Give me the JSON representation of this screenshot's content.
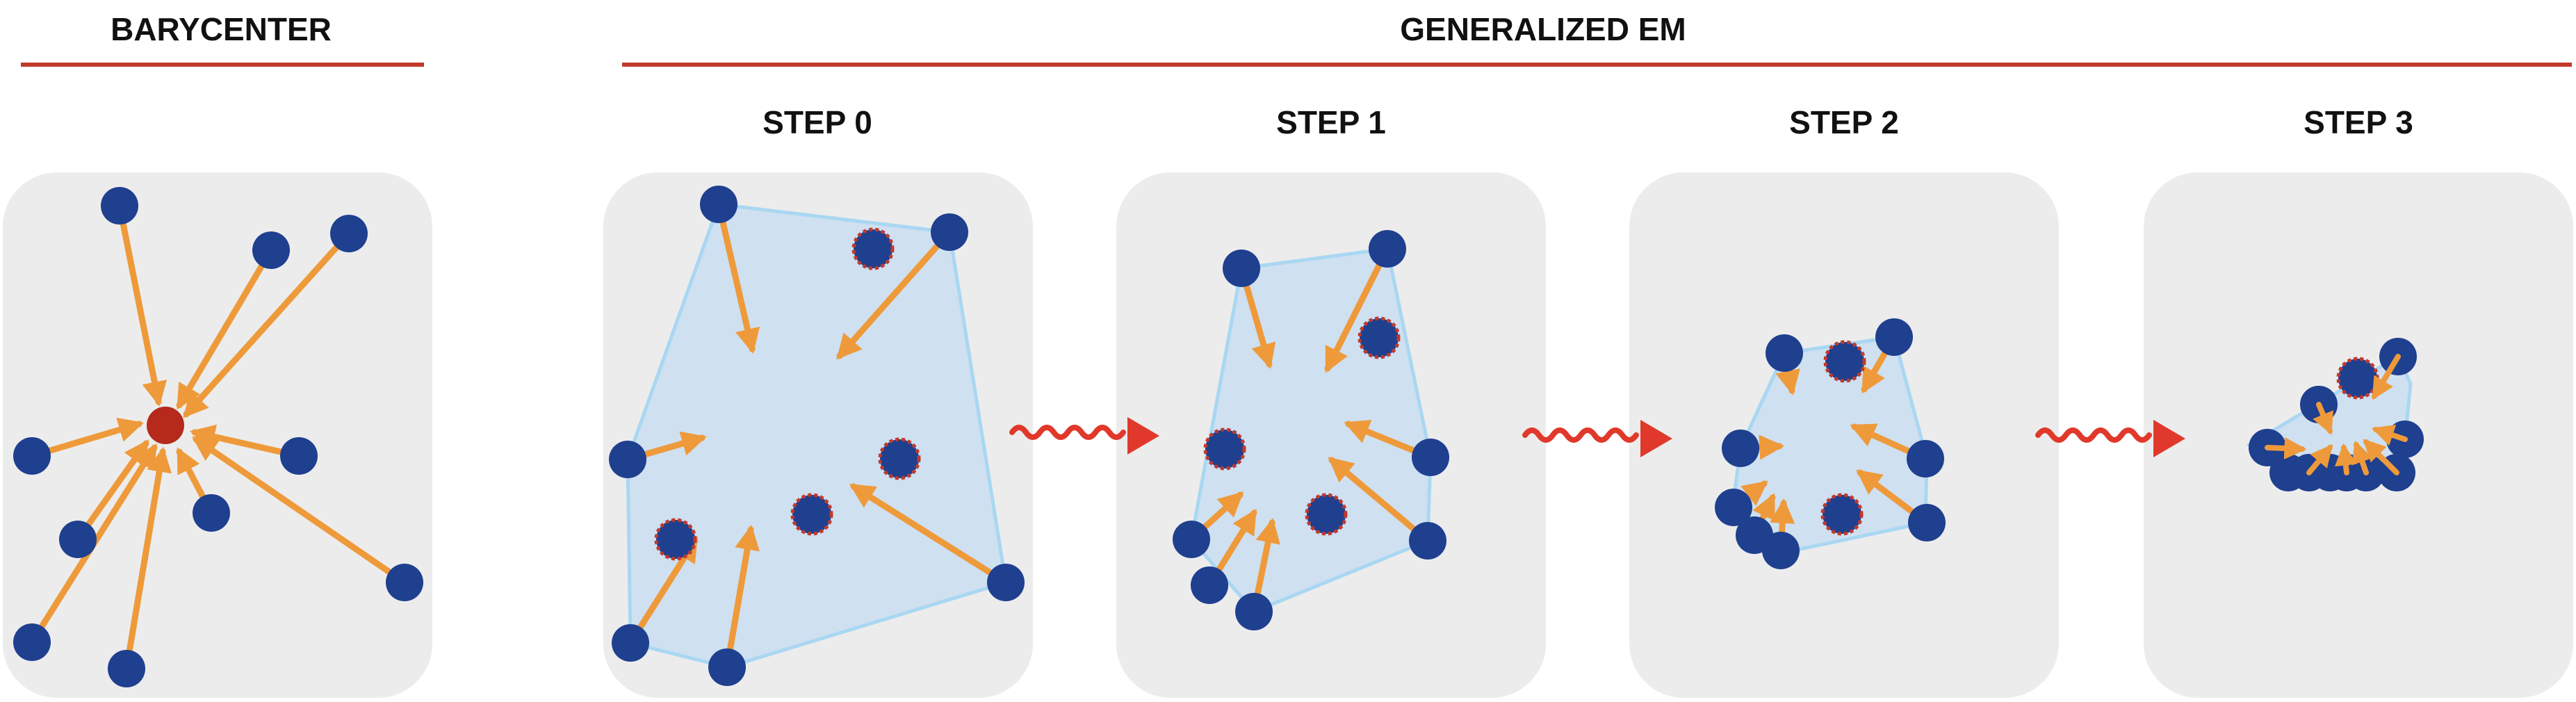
{
  "titles": {
    "barycenter": "BARYCENTER",
    "generalized_em": "GENERALIZED EM"
  },
  "steps": [
    {
      "label": "STEP 0"
    },
    {
      "label": "STEP 1"
    },
    {
      "label": "STEP 2"
    },
    {
      "label": "STEP 3"
    }
  ],
  "colors": {
    "panel_background": "#ececec",
    "point": "#1f3f8f",
    "arrow": "#ee9a3a",
    "barycenter_point": "#b52a1a",
    "hull_fill": "#cfe0f1",
    "hull_stroke": "#a9d7f2",
    "marked_point_outline": "#c0392b",
    "title_underline": "#c0392b",
    "transition_arrow": "#e0392b"
  }
}
